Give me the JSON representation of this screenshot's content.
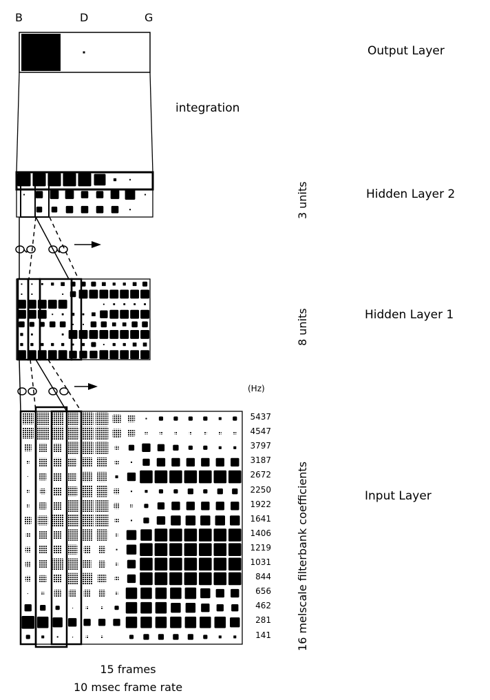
{
  "output_layer": {
    "label": "Output Layer",
    "units": [
      "B",
      "D",
      "G"
    ],
    "activations": [
      9,
      1,
      0
    ]
  },
  "integration_label": "integration",
  "hidden_layer_2": {
    "label": "Hidden Layer 2",
    "units_label": "3 units",
    "activations": [
      [
        9,
        9,
        9,
        9,
        9,
        8,
        2,
        1,
        0
      ],
      [
        1,
        5,
        6,
        6,
        5,
        5,
        6,
        7,
        1
      ],
      [
        0,
        4,
        4,
        5,
        5,
        5,
        5,
        1,
        0
      ]
    ]
  },
  "hidden_layer_1": {
    "label": "Hidden Layer 1",
    "units_label": "8 units",
    "activations": [
      [
        1,
        1,
        2,
        3,
        4,
        5,
        5,
        5,
        4,
        3,
        3,
        4,
        5
      ],
      [
        1,
        1,
        0,
        0,
        1,
        6,
        9,
        9,
        9,
        9,
        9,
        9,
        9
      ],
      [
        9,
        9,
        9,
        9,
        9,
        0,
        0,
        0,
        1,
        2,
        2,
        2,
        2
      ],
      [
        9,
        9,
        9,
        1,
        2,
        3,
        2,
        4,
        8,
        9,
        9,
        9,
        9
      ],
      [
        6,
        5,
        5,
        6,
        6,
        1,
        1,
        6,
        6,
        4,
        4,
        6,
        6
      ],
      [
        3,
        2,
        0,
        0,
        2,
        9,
        9,
        9,
        9,
        9,
        9,
        9,
        9
      ],
      [
        3,
        3,
        3,
        3,
        3,
        2,
        3,
        5,
        1,
        3,
        3,
        4,
        4
      ],
      [
        9,
        9,
        9,
        9,
        9,
        8,
        8,
        8,
        9,
        9,
        9,
        9,
        9
      ]
    ]
  },
  "input_layer": {
    "label": "Input Layer",
    "axis_label": "16 melscale filterbank coefficients",
    "unit_label": "(Hz)",
    "frequencies": [
      "5437",
      "4547",
      "3797",
      "3187",
      "2672",
      "2250",
      "1922",
      "1641",
      "1406",
      "1219",
      "1031",
      "844",
      "656",
      "462",
      "281",
      "141"
    ],
    "activations": [
      [
        -8,
        -9,
        -9,
        -9,
        -9,
        -9,
        -6,
        -5,
        1,
        3,
        3,
        3,
        3,
        2,
        3
      ],
      [
        -8,
        -9,
        -9,
        -9,
        -9,
        -9,
        -6,
        -5,
        -2,
        -2,
        -2,
        -2,
        -2,
        -2,
        -2
      ],
      [
        -5,
        -6,
        -6,
        -9,
        -9,
        -9,
        -3,
        4,
        6,
        5,
        4,
        3,
        3,
        2,
        2
      ],
      [
        -2,
        -6,
        -6,
        -6,
        -7,
        -7,
        -3,
        1,
        5,
        6,
        6,
        6,
        6,
        6,
        6
      ],
      [
        -1,
        -5,
        -6,
        -6,
        -7,
        -7,
        2,
        6,
        9,
        9,
        9,
        9,
        9,
        9,
        9
      ],
      [
        -2,
        -4,
        -6,
        -7,
        -8,
        -8,
        -4,
        1,
        2,
        3,
        3,
        4,
        3,
        4,
        4
      ],
      [
        -2,
        -5,
        -6,
        -9,
        -9,
        -9,
        -4,
        -2,
        3,
        5,
        6,
        6,
        6,
        6,
        6
      ],
      [
        -5,
        -7,
        -9,
        -9,
        -9,
        -9,
        -3,
        1,
        4,
        6,
        7,
        7,
        7,
        7,
        7
      ],
      [
        -3,
        -6,
        -6,
        -8,
        -8,
        -8,
        -2,
        7,
        8,
        9,
        9,
        9,
        9,
        9,
        9
      ],
      [
        -4,
        -6,
        -6,
        -7,
        -5,
        -5,
        1,
        7,
        9,
        9,
        9,
        9,
        9,
        9,
        9
      ],
      [
        -4,
        -6,
        -8,
        -8,
        -6,
        -5,
        -2,
        6,
        9,
        9,
        9,
        9,
        9,
        9,
        9
      ],
      [
        -4,
        -5,
        -6,
        -8,
        -8,
        -6,
        -3,
        6,
        9,
        9,
        9,
        9,
        9,
        9,
        9
      ],
      [
        -1,
        -2,
        -5,
        -5,
        -5,
        -5,
        -2,
        8,
        8,
        8,
        8,
        8,
        7,
        6,
        6
      ],
      [
        5,
        4,
        3,
        -1,
        -2,
        -2,
        3,
        8,
        8,
        8,
        7,
        7,
        6,
        5,
        5
      ],
      [
        9,
        8,
        7,
        6,
        5,
        5,
        5,
        8,
        8,
        8,
        8,
        8,
        8,
        8,
        7
      ],
      [
        3,
        2,
        1,
        -1,
        -2,
        -2,
        0,
        3,
        4,
        4,
        4,
        4,
        3,
        2,
        2
      ]
    ]
  },
  "caption": {
    "line1": "15 frames",
    "line2": "10 msec frame rate"
  }
}
